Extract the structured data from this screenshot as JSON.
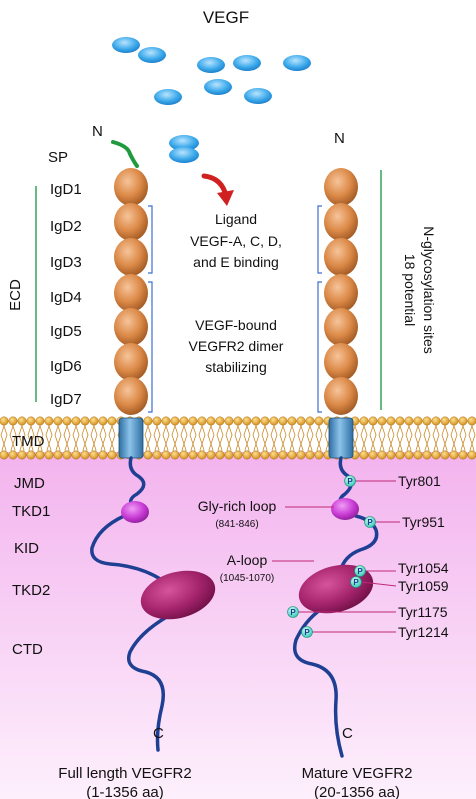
{
  "ligand": {
    "title": "VEGF"
  },
  "n_terminus": "N",
  "c_terminus": "C",
  "domains_left": [
    "SP",
    "IgD1",
    "IgD2",
    "IgD3",
    "IgD4",
    "IgD5",
    "IgD6",
    "IgD7"
  ],
  "region_labels": {
    "ecd": "ECD",
    "tmd": "TMD"
  },
  "intracellular_domains": [
    "JMD",
    "TKD1",
    "KID",
    "TKD2",
    "CTD"
  ],
  "binding_note": {
    "line1": "Ligand",
    "line2": "VEGF-A, C, D,",
    "line3": "and E binding"
  },
  "dimer_note": {
    "line1": "VEGF-bound",
    "line2": "VEGFR2 dimer",
    "line3": "stabilizing"
  },
  "glycosylation_note": {
    "line1": "18 potential",
    "line2": "N-glycosylation sites"
  },
  "gly_loop": {
    "label": "Gly-rich loop",
    "range": "(841-846)"
  },
  "a_loop": {
    "label": "A-loop",
    "range": "(1045-1070)"
  },
  "phosphosites": [
    "Tyr801",
    "Tyr951",
    "Tyr1054",
    "Tyr1059",
    "Tyr1175",
    "Tyr1214"
  ],
  "phospho_symbol": "P",
  "captions": {
    "left": {
      "line1": "Full length VEGFR2",
      "line2": "(1-1356 aa)"
    },
    "right": {
      "line1": "Mature VEGFR2",
      "line2": "(20-1356 aa)"
    }
  },
  "colors": {
    "ig_domain": "#d9833f",
    "membrane_head": "#e8a23a",
    "tm_helix": "#4f96c9",
    "cytoplasm": "#f0b8ec",
    "kinase": "#a3236b",
    "tkd1": "#c83ad4",
    "chain": "#1f3f93",
    "signal_peptide": "#1f9a3c",
    "vegf": "#35a8ea",
    "arrow": "#d02020",
    "bracket": "#3b6fd1",
    "green_line": "#33a35a"
  }
}
